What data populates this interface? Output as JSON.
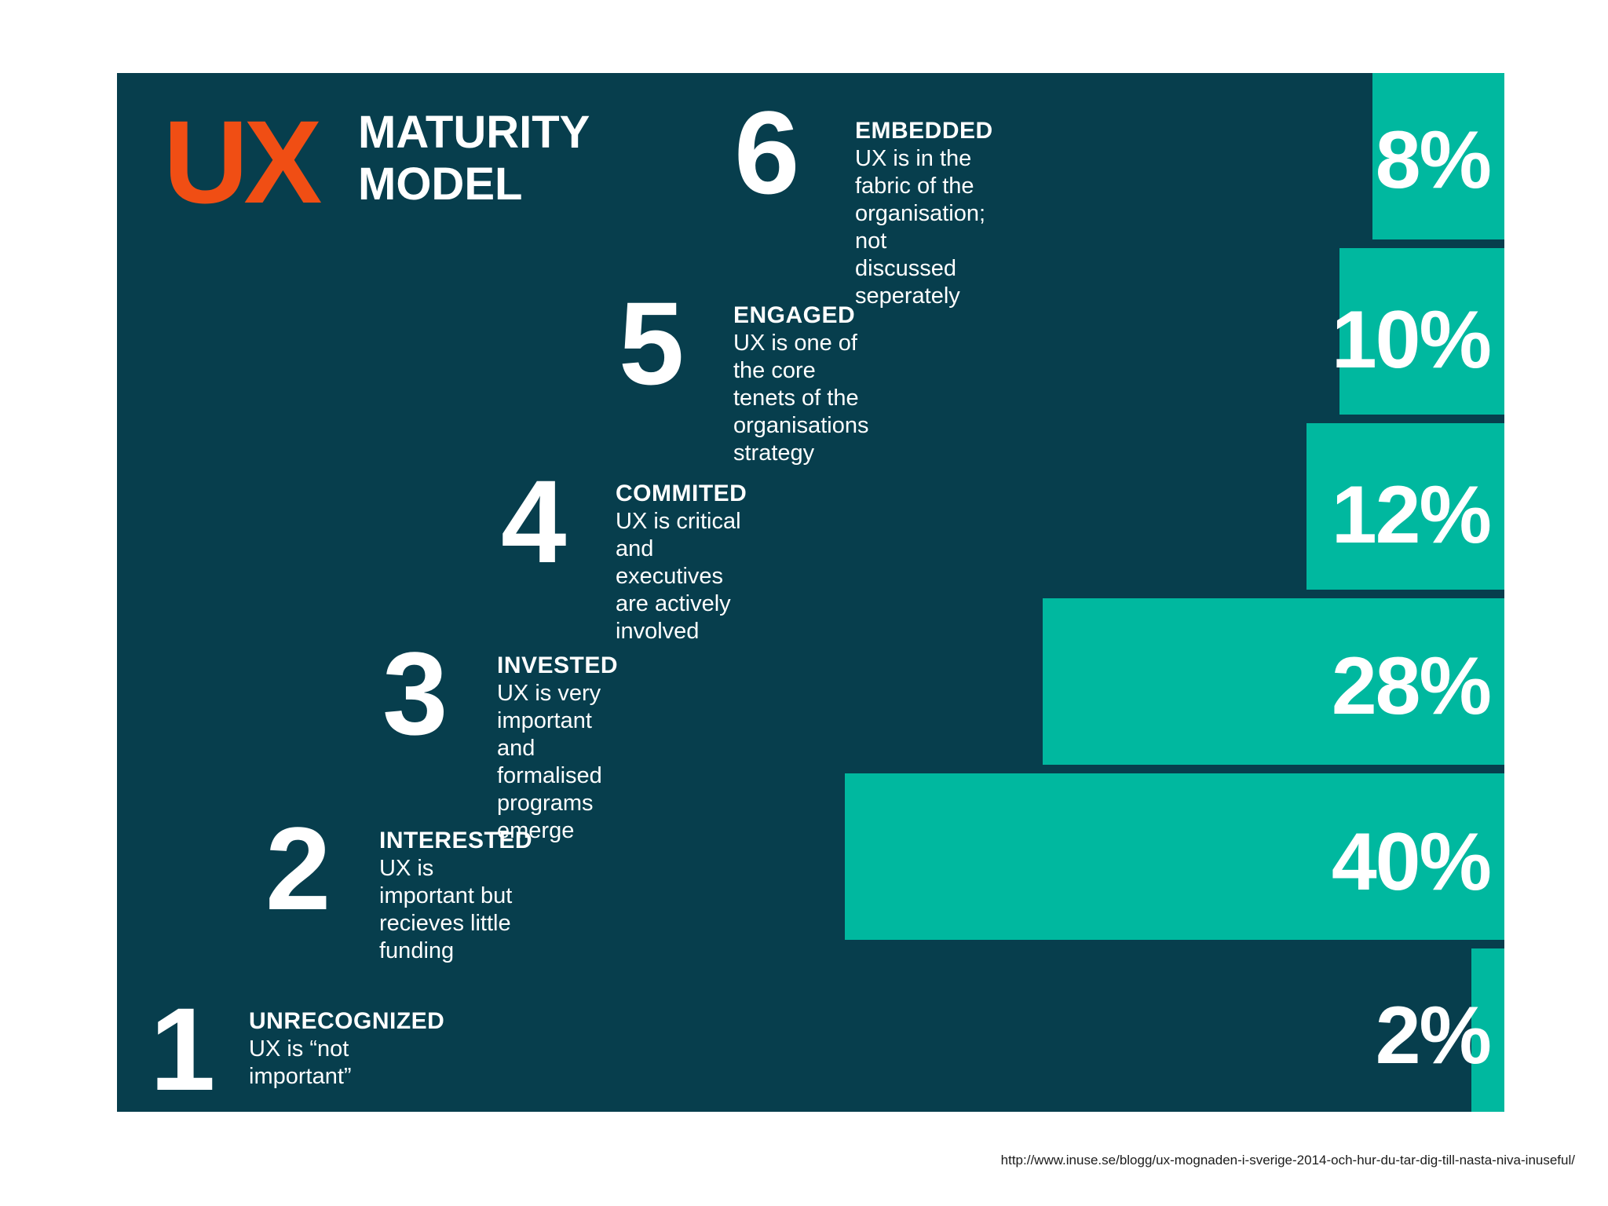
{
  "title": {
    "accent": "UX",
    "line1": "MATURITY",
    "line2": "MODEL"
  },
  "colors": {
    "panel": "#073e4d",
    "bar": "#00b89f",
    "accent": "#f04e14",
    "text": "#ffffff"
  },
  "chart_data": {
    "type": "bar",
    "orientation": "horizontal",
    "categories": [
      "6",
      "5",
      "4",
      "3",
      "2",
      "1"
    ],
    "values": [
      8,
      10,
      12,
      28,
      40,
      2
    ],
    "value_labels": [
      "8%",
      "10%",
      "12%",
      "28%",
      "40%",
      "2%"
    ],
    "levels": [
      {
        "number": "6",
        "name": "EMBEDDED",
        "description": "UX is in the fabric of the organisation;\nnot discussed seperately",
        "pct": "8%",
        "value": 8
      },
      {
        "number": "5",
        "name": "ENGAGED",
        "description": "UX is one of the core tenets of the organisations strategy",
        "pct": "10%",
        "value": 10
      },
      {
        "number": "4",
        "name": "COMMITED",
        "description": "UX is critical and executives are actively involved",
        "pct": "12%",
        "value": 12
      },
      {
        "number": "3",
        "name": "INVESTED",
        "description": "UX is very important and formalised programs emerge",
        "pct": "28%",
        "value": 28
      },
      {
        "number": "2",
        "name": "INTERESTED",
        "description": "UX is important but recieves little funding",
        "pct": "40%",
        "value": 40
      },
      {
        "number": "1",
        "name": "UNRECOGNIZED",
        "description": "UX is “not important”",
        "pct": "2%",
        "value": 2
      }
    ],
    "bar_anchor": "right",
    "xlim": [
      0,
      40
    ]
  },
  "source_url": "http://www.inuse.se/blogg/ux-mognaden-i-sverige-2014-och-hur-du-tar-dig-till-nasta-niva-inuseful/"
}
